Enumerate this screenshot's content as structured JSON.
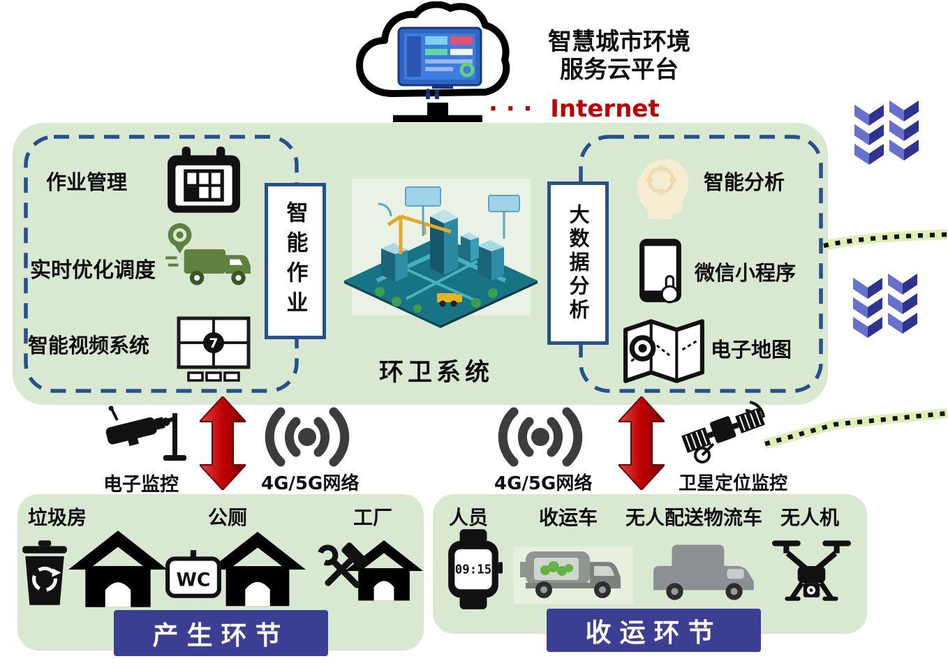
{
  "colors": {
    "panel_green": "#d9e8d1",
    "dash_blue": "#27508e",
    "banner_indigo": "#3a3f94",
    "arrow_red": "#c00000",
    "internet_red": "#c00000",
    "chevron_blue": "#2c3490"
  },
  "cloud": {
    "title_line1": "智慧城市环境",
    "title_line2": "服务云平台",
    "internet_dots": "· · ·",
    "internet": "Internet"
  },
  "system": {
    "title": "环卫系统",
    "left": {
      "vertical_label": "智能作业",
      "video_badge": "7",
      "items": [
        {
          "label": "作业管理",
          "icon": "calendar-icon"
        },
        {
          "label": "实时优化调度",
          "icon": "truck-pin-icon"
        },
        {
          "label": "智能视频系统",
          "icon": "video-wall-icon"
        }
      ]
    },
    "right": {
      "vertical_label": "大数据分析",
      "items": [
        {
          "label": "智能分析",
          "icon": "smart-head-icon"
        },
        {
          "label": "微信小程序",
          "icon": "phone-icon"
        },
        {
          "label": "电子地图",
          "icon": "map-icon"
        }
      ]
    }
  },
  "links": {
    "left_monitor": "电子监控",
    "left_network": "4G/5G网络",
    "right_network": "4G/5G网络",
    "right_monitor": "卫星定位监控"
  },
  "generation": {
    "title": "产生环节",
    "items": [
      {
        "label": "垃圾房",
        "icon": "trash-bin-house-icon"
      },
      {
        "label": "公厕",
        "sign": "WC",
        "icon": "wc-house-icon"
      },
      {
        "label": "工厂",
        "icon": "tools-house-icon"
      }
    ]
  },
  "collection": {
    "title": "收运环节",
    "items": [
      {
        "label": "人员",
        "watch_time": "09:15",
        "icon": "watch-icon"
      },
      {
        "label": "收运车",
        "icon": "garbage-truck-icon"
      },
      {
        "label": "无人配送物流车",
        "icon": "delivery-van-icon"
      },
      {
        "label": "无人机",
        "icon": "drone-icon"
      }
    ]
  }
}
